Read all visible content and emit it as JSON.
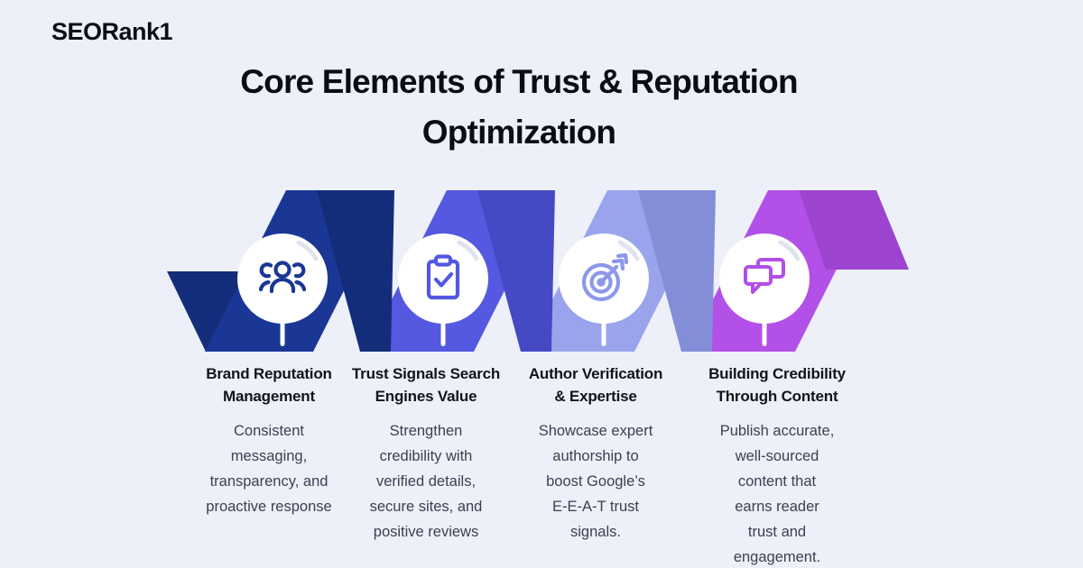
{
  "brand": "SEORank1",
  "title": {
    "line1": "Core Elements of Trust & Reputation",
    "line2": "Optimization"
  },
  "background_color": "#edf0f8",
  "steps": [
    {
      "icon": "people-group-icon",
      "colors": {
        "bright": "#1a3795",
        "dark": "#142d7a",
        "icon": "#1a3795"
      },
      "heading_lines": [
        "Brand Reputation",
        "Management"
      ],
      "body_lines": [
        "Consistent",
        "messaging,",
        "transparency, and",
        "proactive response"
      ]
    },
    {
      "icon": "clipboard-check-icon",
      "colors": {
        "bright": "#5558e0",
        "dark": "#4649c4",
        "icon": "#5457e2"
      },
      "heading_lines": [
        "Trust Signals Search",
        "Engines Value"
      ],
      "body_lines": [
        "Strengthen",
        "credibility with",
        "verified details,",
        "secure sites, and",
        "positive reviews"
      ]
    },
    {
      "icon": "target-dart-icon",
      "colors": {
        "bright": "#9aa4ec",
        "dark": "#848dd8",
        "icon": "#8d97ea"
      },
      "heading_lines": [
        "Author Verification",
        "& Expertise"
      ],
      "body_lines": [
        "Showcase expert",
        "authorship to",
        "boost Google’s",
        "E-E-A-T trust",
        "signals."
      ]
    },
    {
      "icon": "chat-bubbles-icon",
      "colors": {
        "bright": "#b350e8",
        "dark": "#9c44cf",
        "icon": "#b14fe8"
      },
      "heading_lines": [
        "Building Credibility",
        "Through Content"
      ],
      "body_lines": [
        "Publish accurate,",
        "well-sourced",
        "content that",
        "earns reader",
        "trust and",
        "engagement."
      ]
    }
  ]
}
